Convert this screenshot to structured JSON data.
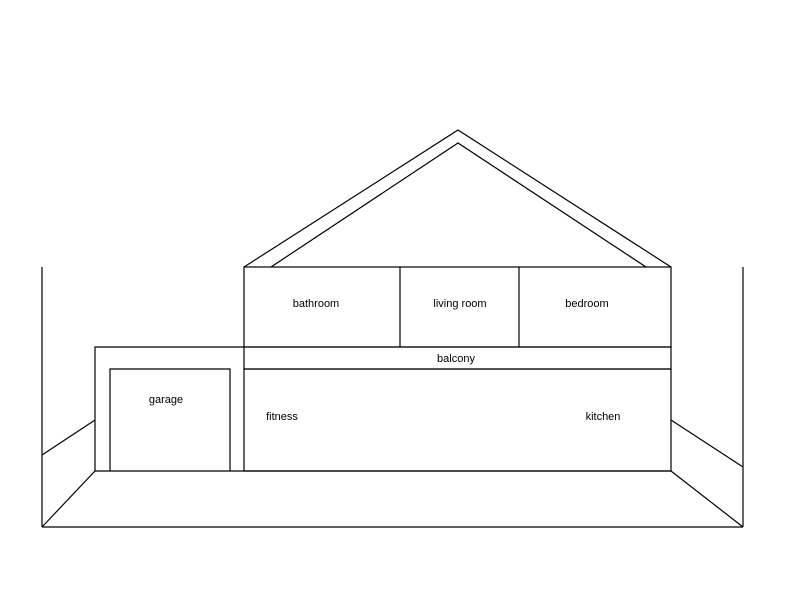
{
  "diagram": {
    "line_color": "#000000",
    "background_color": "#ffffff",
    "rooms": {
      "bathroom": "bathroom",
      "living_room": "living room",
      "bedroom": "bedroom",
      "balcony": "balcony",
      "garage": "garage",
      "fitness": "fitness",
      "kitchen": "kitchen"
    }
  }
}
